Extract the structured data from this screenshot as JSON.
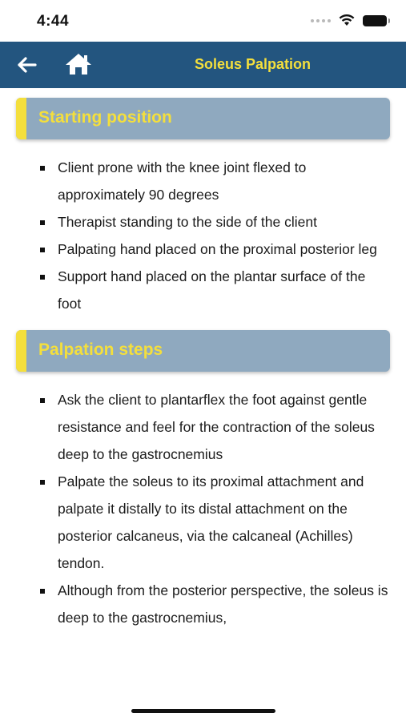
{
  "status_bar": {
    "time": "4:44"
  },
  "nav": {
    "title": "Soleus Palpation",
    "back_icon": "arrow-left-icon",
    "home_icon": "home-icon"
  },
  "colors": {
    "nav_bg": "#23557f",
    "accent": "#f4df3c",
    "section_bg": "#8fa9bf"
  },
  "sections": [
    {
      "title": "Starting position",
      "items": [
        "Client prone with the knee joint flexed to approximately 90 degrees",
        "Therapist standing to the side of the client",
        "Palpating hand placed on the proximal posterior leg",
        "Support hand placed on the plantar surface of the foot"
      ]
    },
    {
      "title": "Palpation steps",
      "items": [
        "Ask the client to plantarflex the foot against gentle resistance and feel for the contraction of the soleus deep to the gastrocnemius",
        "Palpate the soleus to its proximal attachment and palpate it distally to its distal attachment on the posterior calcaneus, via the calcaneal (Achilles) tendon.",
        "Although from the posterior perspective, the soleus is deep to the gastrocnemius,"
      ]
    }
  ]
}
